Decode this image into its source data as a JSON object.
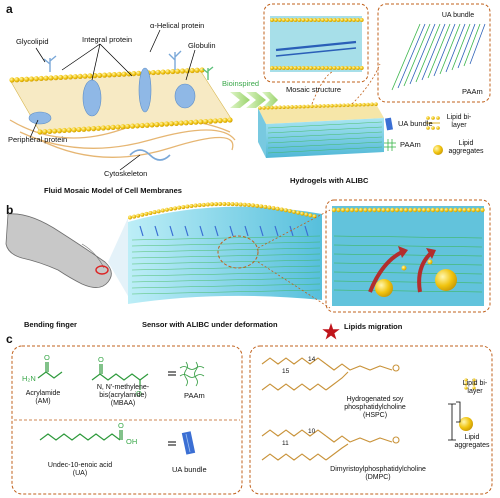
{
  "panels": {
    "a": {
      "label": "a",
      "membrane_title": "Fluid Mosaic Model of Cell Membranes",
      "hydrogel_title": "Hydrogels with ALIBC",
      "labels": {
        "glycolipid": "Glycolipid",
        "integral_protein": "Integral protein",
        "alpha_helical": "α-Helical protein",
        "globulin": "Globulin",
        "peripheral_protein": "Peripheral protein",
        "cytoskeleton": "Cytoskeleton",
        "bioinspired": "Bioinspired",
        "mosaic_structure": "Mosaic structure",
        "ua_bundle_callout": "UA bundle",
        "paam_callout": "PAAm"
      },
      "legend": {
        "ua_bundle": "UA bundle",
        "lipid_bilayer": "Lipid bi-layer",
        "paam": "PAAm",
        "lipid_aggregates": "Lipid aggregates"
      }
    },
    "b": {
      "label": "b",
      "bending_finger": "Bending finger",
      "sensor_title": "Sensor with ALIBC under deformation",
      "lipids_migration": "Lipids migration"
    },
    "c": {
      "label": "c",
      "acrylamide": "Acrylamide",
      "am_abbr": "(AM)",
      "h2n": "H₂N",
      "o": "O",
      "oh": "OH",
      "mbaa_line1": "N, N′-methylene-",
      "mbaa_line2": "bis(acrylamide)",
      "mbaa_abbr": "(MBAA)",
      "paam": "PAAm",
      "ua_name": "Undec-10-enoic acid",
      "ua_abbr": "(UA)",
      "ua_bundle": "UA bundle",
      "hspc_line1": "Hydrogenated soy",
      "hspc_line2": "phosphatidylcholine",
      "hspc_abbr": "(HSPC)",
      "dmpc_name": "Dimyristoylphosphatidylcholine",
      "dmpc_abbr": "(DMPC)",
      "lipid_bilayer": "Lipid bi-layer",
      "lipid_aggregates": "Lipid aggregates",
      "sub_15": "15",
      "sub_14": "14",
      "sub_11": "11",
      "sub_10": "10"
    }
  },
  "colors": {
    "lipid_head": "#f1c40f",
    "lipid_tail": "#e6c24a",
    "protein": "#8fb8e6",
    "hydrogel": "#7dd3e8",
    "ua_bundle": "#3b6fd4",
    "paam": "#39b54a",
    "chem_orange": "#c9933a",
    "chem_green": "#2e9a3c",
    "border": "#c0601b",
    "star": "#c0141b"
  }
}
